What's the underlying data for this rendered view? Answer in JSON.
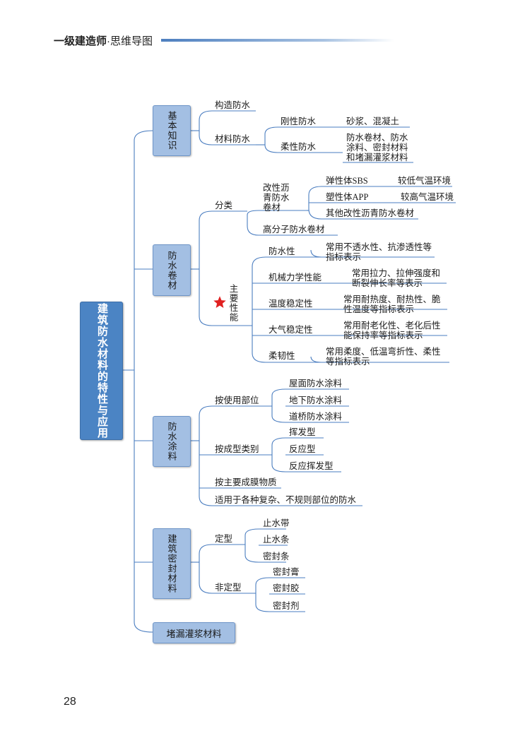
{
  "header": {
    "highlight": "一级建造师",
    "dot": "·",
    "subtitle": "思维导图"
  },
  "page_number": "28",
  "root": {
    "label": "建筑防水材料的特性与应用"
  },
  "basic": {
    "label": "基本知识",
    "structural": "构造防水",
    "material": "材料防水",
    "rigid": "刚性防水",
    "rigid_detail": "砂浆、混凝土",
    "flexible": "柔性防水",
    "flexible_detail": [
      "防水卷材、防水",
      "涂料、密封材料",
      "和堵漏灌浆材料"
    ]
  },
  "membrane": {
    "label": "防水卷材",
    "classification": "分类",
    "modified": [
      "改性沥",
      "青防水",
      "卷材"
    ],
    "sbs": "弹性体SBS",
    "sbs_detail": "较低气温环境",
    "app": "塑性体APP",
    "app_detail": "较高气温环境",
    "other": "其他改性沥青防水卷材",
    "polymer": "高分子防水卷材",
    "main_perf": "主要性能",
    "props": [
      {
        "name": "防水性",
        "detail": [
          "常用不透水性、抗渗透性等",
          "指标表示"
        ]
      },
      {
        "name": "机械力学性能",
        "detail": [
          "常用拉力、拉伸强度和",
          "断裂伸长率等表示"
        ]
      },
      {
        "name": "温度稳定性",
        "detail": [
          "常用耐热度、耐热性、脆",
          "性温度等指标表示"
        ]
      },
      {
        "name": "大气稳定性",
        "detail": [
          "常用耐老化性、老化后性",
          "能保持率等指标表示"
        ]
      },
      {
        "name": "柔韧性",
        "detail": [
          "常用柔度、低温弯折性、柔性",
          "等指标表示"
        ]
      }
    ]
  },
  "coating": {
    "label": "防水涂料",
    "by_location": "按使用部位",
    "locations": [
      "屋面防水涂料",
      "地下防水涂料",
      "道桥防水涂料"
    ],
    "by_type": "按成型类别",
    "types": [
      "挥发型",
      "反应型",
      "反应挥发型"
    ],
    "by_film": "按主要成膜物质",
    "usage": "适用于各种复杂、不规则部位的防水"
  },
  "sealing": {
    "label": "建筑密封材料",
    "shaped": "定型",
    "shaped_items": [
      "止水带",
      "止水条",
      "密封条"
    ],
    "unshaped": "非定型",
    "unshaped_items": [
      "密封膏",
      "密封胶",
      "密封剂"
    ]
  },
  "grout": {
    "label": "堵漏灌浆材料"
  },
  "colors": {
    "root": "#4b84c4",
    "branch": "#a3bfe3",
    "line": "#4a7dc0"
  }
}
